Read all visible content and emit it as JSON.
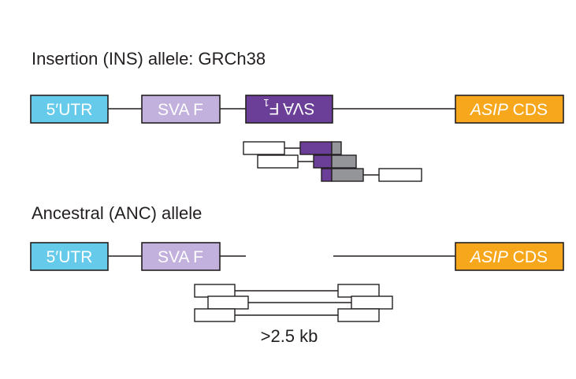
{
  "colors": {
    "utr": "#66cbea",
    "sva_f": "#c2b0dd",
    "sva_f1": "#6b3f98",
    "asip": "#f6a71c",
    "read_gray": "#939598",
    "line": "#231f20",
    "text": "#231f20"
  },
  "insertion_allele": {
    "heading": "Insertion (INS) allele: GRCh38",
    "utr_label": "5′UTR",
    "sva_f_label": "SVA F",
    "sva_f1_label": "SVA F",
    "sva_f1_subscript": "1",
    "sva_f1_orientation": "reverse",
    "asip_gene_label": "ASIP",
    "asip_suffix_label": " CDS"
  },
  "ancestral_allele": {
    "heading": "Ancestral (ANC) allele",
    "utr_label": "5′UTR",
    "sva_f_label": "SVA F",
    "asip_gene_label": "ASIP",
    "asip_suffix_label": " CDS",
    "gap_label": ">2.5 kb"
  }
}
